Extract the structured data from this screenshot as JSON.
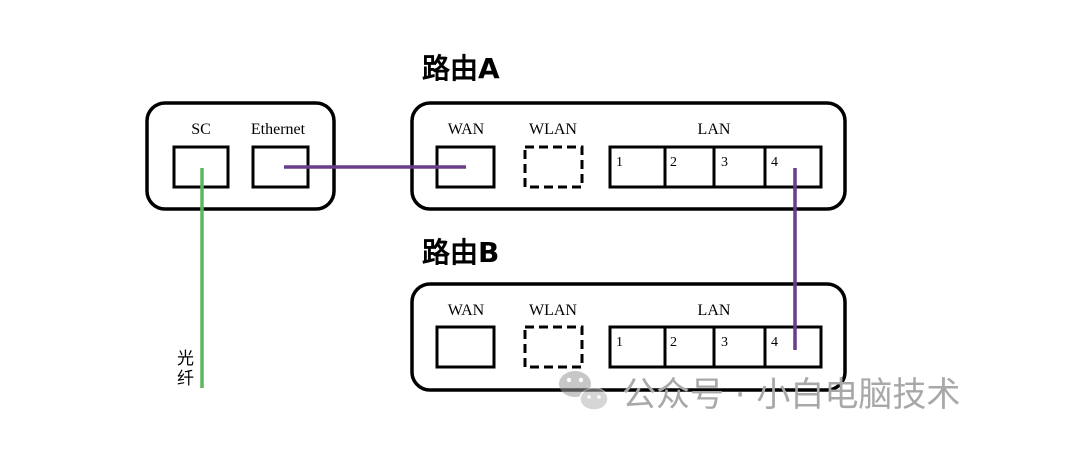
{
  "diagram": {
    "router_a_title": "路由A",
    "router_b_title": "路由B",
    "modem": {
      "sc_label": "SC",
      "ethernet_label": "Ethernet"
    },
    "router_a": {
      "wan_label": "WAN",
      "wlan_label": "WLAN",
      "lan_label": "LAN",
      "lan_ports": [
        "1",
        "2",
        "3",
        "4"
      ]
    },
    "router_b": {
      "wan_label": "WAN",
      "wlan_label": "WLAN",
      "lan_label": "LAN",
      "lan_ports": [
        "1",
        "2",
        "3",
        "4"
      ]
    },
    "fiber_label_line1": "光",
    "fiber_label_line2": "纤",
    "colors": {
      "fiber_line": "#5cb85c",
      "cable_line": "#6a3d8c",
      "box_border": "#000000"
    }
  },
  "watermark": {
    "text": "公众号 · 小白电脑技术",
    "icon": "wechat-icon"
  }
}
